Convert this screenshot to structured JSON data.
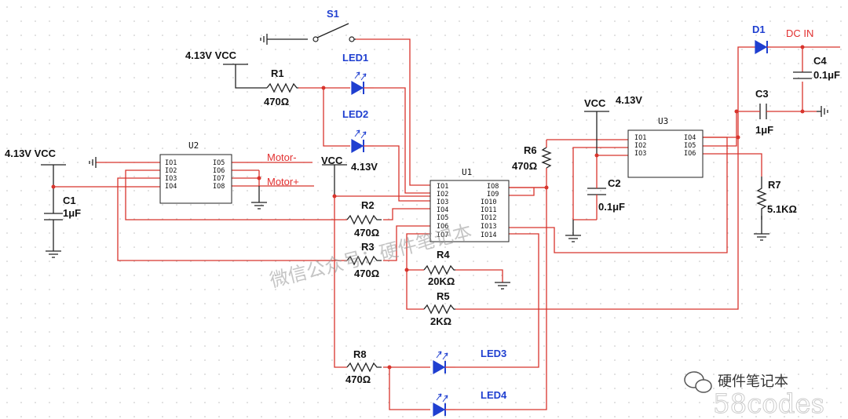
{
  "labels": {
    "s1": "S1",
    "led1": "LED1",
    "led2": "LED2",
    "led3": "LED3",
    "led4": "LED4",
    "d1": "D1",
    "dc_in": "DC IN",
    "vcc_top": "4.13V VCC",
    "vcc_left": "4.13V VCC",
    "vcc_mid": "VCC",
    "vcc_mid_val": "4.13V",
    "vcc_u3": "VCC",
    "vcc_u3_val": "4.13V",
    "motor_minus": "Motor-",
    "motor_plus": "Motor+"
  },
  "components": {
    "r1": {
      "ref": "R1",
      "value": "470Ω"
    },
    "r2": {
      "ref": "R2",
      "value": "470Ω"
    },
    "r3": {
      "ref": "R3",
      "value": "470Ω"
    },
    "r4": {
      "ref": "R4",
      "value": "20KΩ"
    },
    "r5": {
      "ref": "R5",
      "value": "2KΩ"
    },
    "r6": {
      "ref": "R6",
      "value": "470Ω"
    },
    "r7": {
      "ref": "R7",
      "value": "5.1KΩ"
    },
    "r8": {
      "ref": "R8",
      "value": "470Ω"
    },
    "c1": {
      "ref": "C1",
      "value": "1μF"
    },
    "c2": {
      "ref": "C2",
      "value": "0.1μF"
    },
    "c3": {
      "ref": "C3",
      "value": "1μF"
    },
    "c4": {
      "ref": "C4",
      "value": "0.1μF"
    }
  },
  "chips": {
    "u1": {
      "ref": "U1",
      "left": [
        "IO1",
        "IO2",
        "IO3",
        "IO4",
        "IO5",
        "IO6",
        "IO7"
      ],
      "right": [
        "IO8",
        "IO9",
        "IO10",
        "IO11",
        "IO12",
        "IO13",
        "IO14"
      ]
    },
    "u2": {
      "ref": "U2",
      "left": [
        "IO1",
        "IO2",
        "IO3",
        "IO4"
      ],
      "right": [
        "IO5",
        "IO6",
        "IO7",
        "IO8"
      ]
    },
    "u3": {
      "ref": "U3",
      "left": [
        "IO1",
        "IO2",
        "IO3"
      ],
      "right": [
        "IO4",
        "IO5",
        "IO6"
      ]
    }
  },
  "watermarks": {
    "wechat": "微信公众号：硬件笔记本",
    "brand": "硬件笔记本",
    "site": "58codes"
  }
}
